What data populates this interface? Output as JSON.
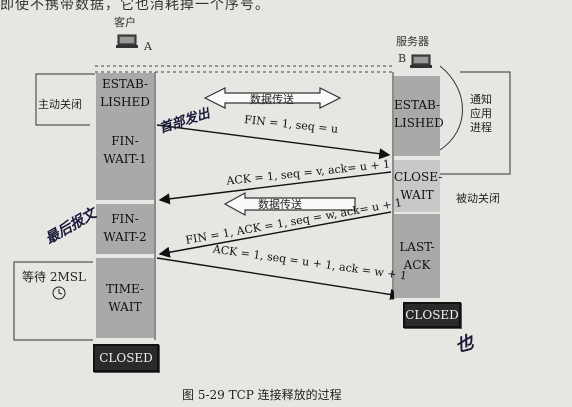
{
  "header_text": "即使不携带数据，它也消耗掉一个序号。",
  "client": {
    "title": "客户",
    "letter": "A"
  },
  "server": {
    "title": "服务器",
    "letter": "B"
  },
  "client_states": {
    "established": "ESTAB-\nLISHED",
    "fin_wait_1": "FIN-\nWAIT-1",
    "fin_wait_2": "FIN-\nWAIT-2",
    "time_wait": "TIME-\nWAIT",
    "closed": "CLOSED"
  },
  "server_states": {
    "established": "ESTAB-\nLISHED",
    "close_wait": "CLOSE-\nWAIT",
    "last_ack": "LAST-\nACK",
    "closed": "CLOSED"
  },
  "messages": {
    "fin1": "FIN = 1, seq = u",
    "ack1": "ACK = 1, seq = v, ack= u + 1",
    "fin2": "FIN = 1, ACK = 1, seq = w, ack= u + 1",
    "ack2": "ACK = 1, seq = u + 1, ack = w + 1"
  },
  "data_transfer_1": "数据传送",
  "data_transfer_2": "数据传送",
  "active_close": "主动关闭",
  "passive_close": "被动关闭",
  "notify_app": "通知\n应用\n进程",
  "wait_2msl": "等待 2MSL",
  "caption": "图 5-29   TCP 连接释放的过程",
  "handwriting": {
    "note1": "首部发出",
    "note2": "最后报文",
    "note3": "也"
  }
}
